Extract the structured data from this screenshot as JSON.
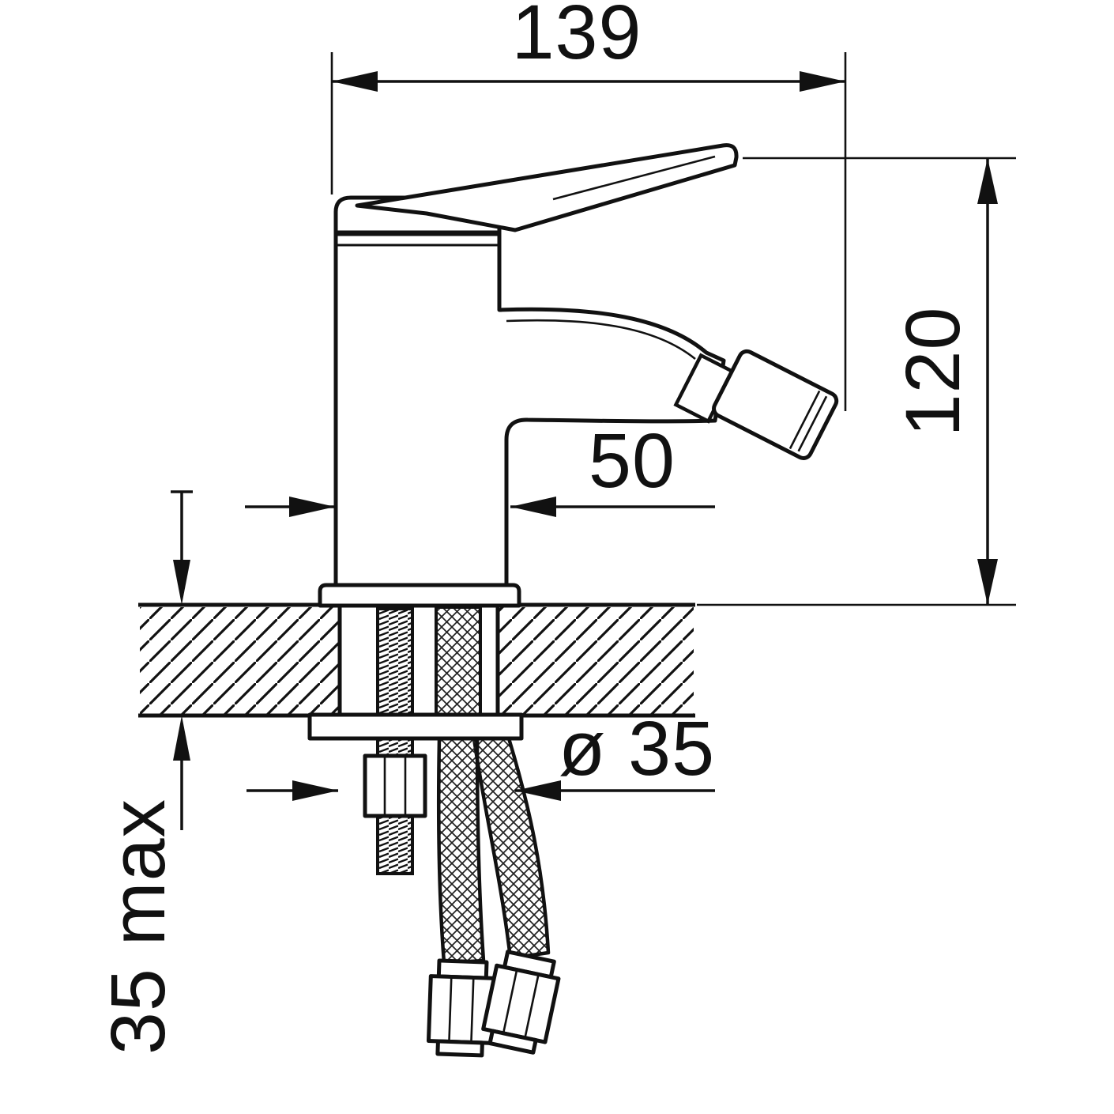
{
  "page": {
    "background": "#ffffff",
    "line_color": "#111111"
  },
  "drawing": {
    "type": "technical-dimension-drawing",
    "subject": "single-lever bidet mixer tap, front elevation with deck mounting hardware and flexible hoses",
    "labels": {
      "width": "139",
      "height": "120",
      "spout_offset": "50",
      "hole_diameter": "ø 35",
      "deck_thickness": "35 max"
    }
  }
}
